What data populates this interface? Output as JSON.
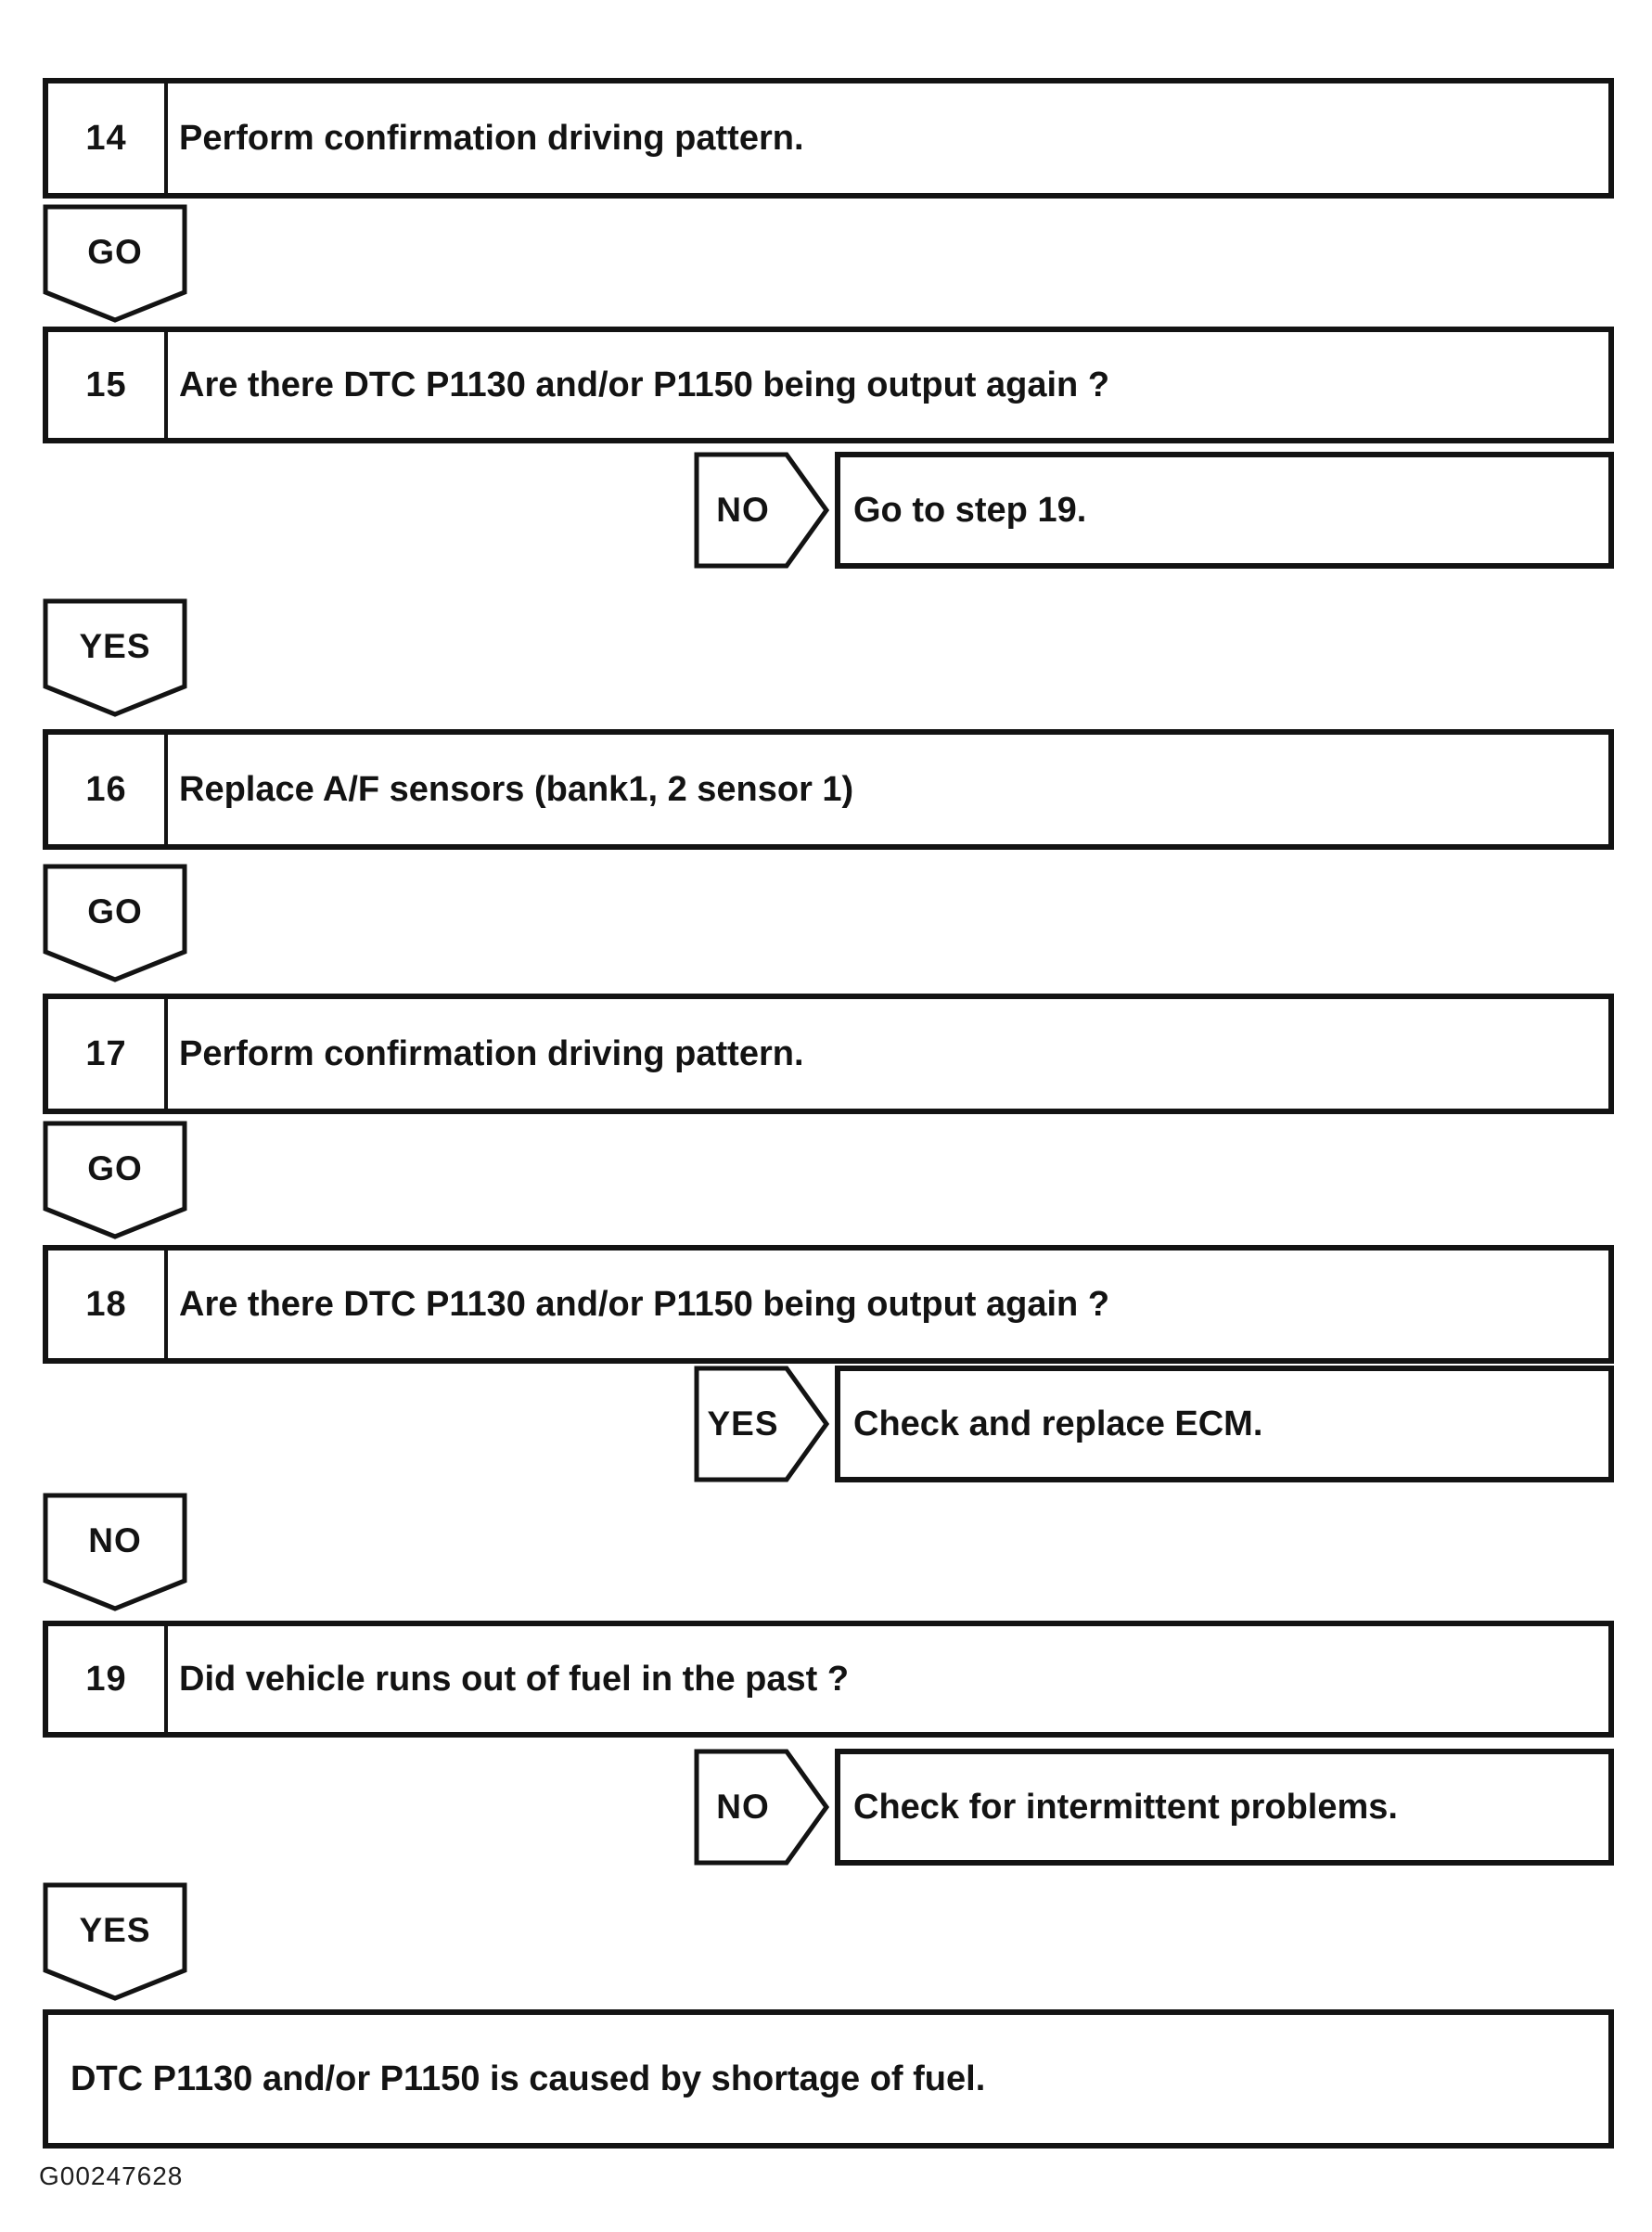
{
  "page": {
    "background": "#ffffff",
    "ink": "#131313",
    "figure_id": "G00247628"
  },
  "flowchart": {
    "steps": [
      {
        "num": "14",
        "text": "Perform confirmation driving pattern."
      },
      {
        "num": "15",
        "text": "Are there DTC P1130 and/or P1150 being output again ?"
      },
      {
        "num": "16",
        "text": "Replace A/F sensors (bank1, 2 sensor 1)"
      },
      {
        "num": "17",
        "text": "Perform confirmation driving pattern."
      },
      {
        "num": "18",
        "text": "Are there DTC P1130 and/or P1150 being output again ?"
      },
      {
        "num": "19",
        "text": "Did vehicle runs out of fuel in the past ?"
      }
    ],
    "connectors": [
      {
        "label": "GO"
      },
      {
        "label": "YES"
      },
      {
        "label": "GO"
      },
      {
        "label": "GO"
      },
      {
        "label": "NO"
      },
      {
        "label": "YES"
      }
    ],
    "branches": [
      {
        "label": "NO",
        "result": "Go to step 19."
      },
      {
        "label": "YES",
        "result": "Check and replace ECM."
      },
      {
        "label": "NO",
        "result": "Check for intermittent problems."
      }
    ],
    "terminal": {
      "text": "DTC P1130 and/or P1150 is caused by shortage of fuel."
    }
  }
}
